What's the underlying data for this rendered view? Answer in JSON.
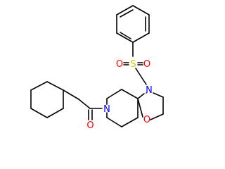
{
  "molecule": {
    "atoms": [
      {
        "id": "O_carbonyl",
        "symbol": "O",
        "color": "#ff0000"
      },
      {
        "id": "N_piperidine",
        "symbol": "N",
        "color": "#0000ff"
      },
      {
        "id": "N_oxazolidine",
        "symbol": "N",
        "color": "#0000ff"
      },
      {
        "id": "O_ring",
        "symbol": "O",
        "color": "#ff0000"
      },
      {
        "id": "S",
        "symbol": "S",
        "color": "#cccc00"
      },
      {
        "id": "O_sulfonyl_1",
        "symbol": "O",
        "color": "#ff0000"
      },
      {
        "id": "O_sulfonyl_2",
        "symbol": "O",
        "color": "#ff0000"
      }
    ]
  }
}
